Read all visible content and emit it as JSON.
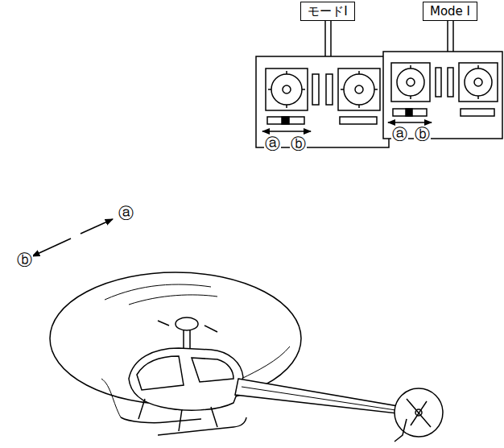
{
  "diagram": {
    "nodes": [
      {
        "text": [
          "モードI"
        ]
      },
      {
        "text": [
          "Mode I"
        ]
      }
    ],
    "labels": [
      "ⓐ",
      "ⓑ",
      "ⓐ",
      "ⓑ",
      "ⓐ",
      "ⓑ"
    ]
  }
}
